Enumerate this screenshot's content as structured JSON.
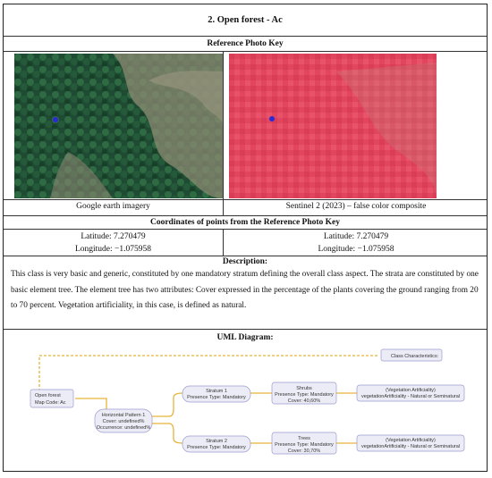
{
  "header": {
    "title": "2. Open forest - Ac"
  },
  "photo_key": {
    "heading": "Reference Photo Key",
    "left_caption": "Google earth imagery",
    "right_caption": "Sentinel 2 (2023) – false color composite"
  },
  "coordinates": {
    "heading": "Coordinates of points from the Reference Photo Key",
    "left": {
      "latitude": "Latitude: 7.270479",
      "longitude": "Longitude: −1.075958"
    },
    "right": {
      "latitude": "Latitude: 7.270479",
      "longitude": "Longitude: −1.075958"
    }
  },
  "description": {
    "heading": "Description:",
    "text": "This class is very basic and generic, constituted by one mandatory stratum defining the overall class aspect. The strata are constituted by one basic element tree. The element tree has two attributes: Cover expressed in the percentage of the plants covering the ground ranging from 20 to 70 percent. Vegetation artificiality, in this case, is defined as natural."
  },
  "uml": {
    "heading": "UML Diagram:",
    "class_characteristics": "Class Characteristics:",
    "root": {
      "line1": "Open forest",
      "line2": "Map Code: Ac"
    },
    "pattern": {
      "line1": "Horizontal Pattern 1",
      "line2": "Cover: undefined%",
      "line3": "Occurrence: undefined%"
    },
    "stratum1": {
      "line1": "Stratum 1",
      "line2": "Presence Type: Mandatory"
    },
    "stratum2": {
      "line1": "Stratum 2",
      "line2": "Presence Type: Mandatory"
    },
    "shrubs": {
      "line1": "Shrubs",
      "line2": "Presence Type: Mandatory",
      "line3": "Cover: 40,60%"
    },
    "trees": {
      "line1": "Trees",
      "line2": "Presence Type: Mandatory",
      "line3": "Cover: 30,70%"
    },
    "attr1": {
      "line1": "(Vegetation Artificiality)",
      "line2": "vegetationArtificiality - Natural or Seminatural"
    },
    "attr2": {
      "line1": "(Vegetation Artificiality)",
      "line2": "vegetationArtificiality - Natural or Seminatural"
    }
  },
  "colors": {
    "connector": "#e8b33c",
    "node_fill": "#ececf6",
    "node_border": "#9a9ad0"
  }
}
